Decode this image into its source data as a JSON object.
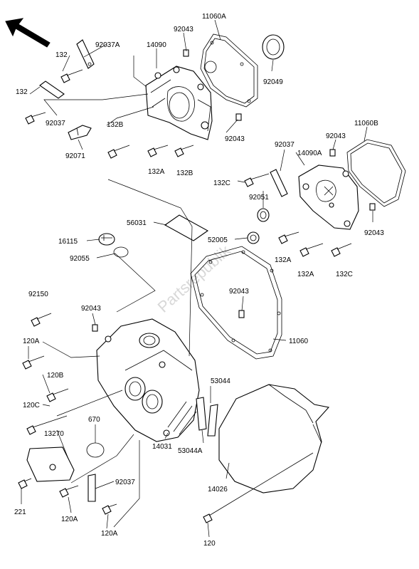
{
  "watermark": "Partsrepublik",
  "labels": {
    "p132_a": "132",
    "p92037A": "92037A",
    "p14090": "14090",
    "p92043_a": "92043",
    "p11060A": "11060A",
    "p132_b": "132",
    "p92049": "92049",
    "p92037_a": "92037",
    "p132B_a": "132B",
    "p92043_b": "92043",
    "p92071": "92071",
    "p132A_a": "132A",
    "p132B_b": "132B",
    "p92037_b": "92037",
    "p14090A": "14090A",
    "p92043_c": "92043",
    "p11060B": "11060B",
    "p132C_a": "132C",
    "p92051": "92051",
    "p56031": "56031",
    "p92043_d": "92043",
    "p16115": "16115",
    "p52005": "52005",
    "p92055": "92055",
    "p132A_b": "132A",
    "p132A_c": "132A",
    "p132C_b": "132C",
    "p92150": "92150",
    "p92043_e": "92043",
    "p92043_f": "92043",
    "p120A_a": "120A",
    "p11060": "11060",
    "p120B": "120B",
    "p53044": "53044",
    "p120C": "120C",
    "p13270": "13270",
    "p670": "670",
    "p53044A": "53044A",
    "p14031": "14031",
    "p92037_c": "92037",
    "p14026": "14026",
    "p221": "221",
    "p120A_b": "120A",
    "p120A_c": "120A",
    "p120": "120"
  }
}
